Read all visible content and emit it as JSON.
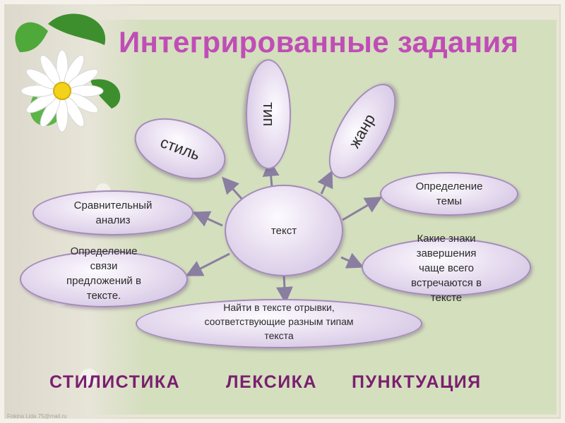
{
  "title": "Интегрированные задания",
  "center": "текст",
  "nodes": {
    "stil": "стиль",
    "tip": "тип",
    "zhanr": "жанр",
    "opredelenie_temy": "Определение темы",
    "sravnitelny": "Сравнительный анализ",
    "opredelenie_svyazi": "Определение связи предложений в тексте.",
    "kakie_znaki": "Какие знаки завершения чаще всего встречаются в тексте",
    "naiti": "Найти в тексте отрывки, соответствующие разным типам текста"
  },
  "sections": [
    "СТИЛИСТИКА",
    "ЛЕКСИКА",
    "ПУНКТУАЦИЯ"
  ],
  "credit": "Fokina Lida 75@mail.ru",
  "colors": {
    "title": "#c04db6",
    "sections": "#7a1f6f",
    "arrow": "#8a7fa0",
    "oval_border": "#a48bba"
  }
}
